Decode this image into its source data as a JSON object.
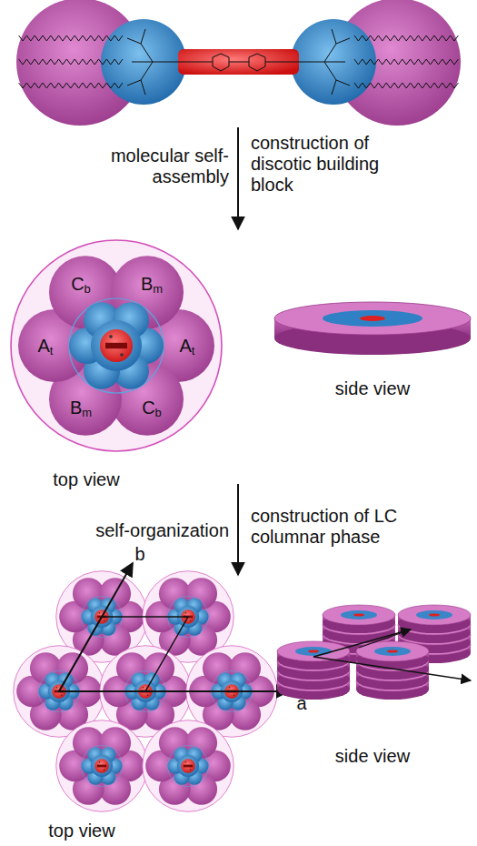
{
  "diagram": {
    "labels": [
      "molecular self-assembly",
      "construction of discotic building block",
      "Cb",
      "Bm",
      "At",
      "At",
      "Bm",
      "Cb",
      "top view",
      "side view",
      "self-organization",
      "construction of LC columnar phase",
      "b",
      "a",
      "top view",
      "side view"
    ]
  }
}
